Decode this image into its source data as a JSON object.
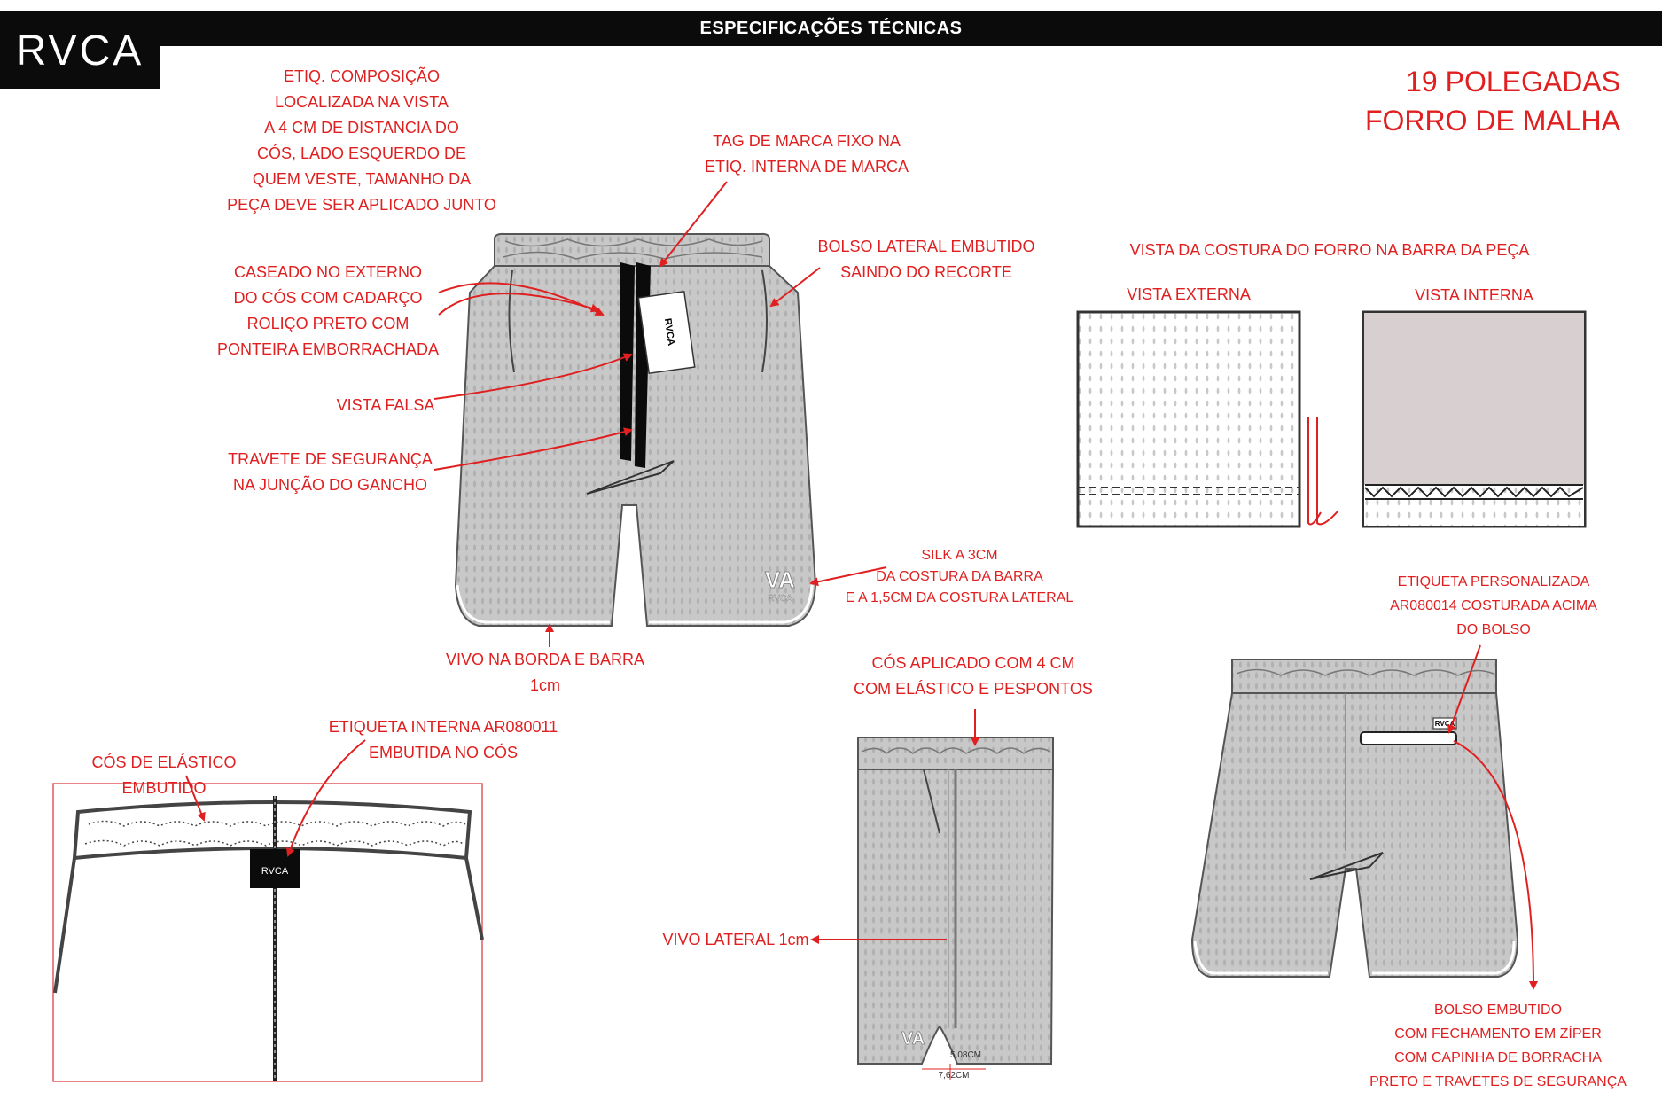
{
  "header": {
    "brand": "RVCA",
    "title": "ESPECIFICAÇÕES TÉCNICAS"
  },
  "spec": {
    "length": "19 POLEGADAS",
    "lining": "FORRO DE MALHA"
  },
  "callouts": {
    "composition_label": "ETIQ. COMPOSIÇÃO\nLOCALIZADA NA VISTA\nA 4 CM DE DISTANCIA DO\nCÓS, LADO ESQUERDO DE\nQUEM VESTE, TAMANHO DA\nPEÇA DEVE SER APLICADO JUNTO",
    "brand_tag": "TAG DE MARCA FIXO NA\nETIQ. INTERNA DE MARCA",
    "side_pocket": "BOLSO LATERAL EMBUTIDO\nSAINDO DO RECORTE",
    "buttonhole": "CASEADO NO EXTERNO\nDO CÓS COM CADARÇO\nROLIÇO PRETO COM\nPONTEIRA EMBORRACHADA",
    "fake_fly": "VISTA FALSA",
    "bartack": "TRAVETE DE SEGURANÇA\nNA JUNÇÃO DO GANCHO",
    "silk": "SILK A 3CM\nDA COSTURA DA BARRA\nE A  1,5CM DA COSTURA LATERAL",
    "piping_hem": "VIVO NA BORDA E BARRA\n1cm",
    "lining_seam_title": "VISTA DA COSTURA DO FORRO NA BARRA DA PEÇA",
    "external_view": "VISTA EXTERNA",
    "internal_view": "VISTA INTERNA",
    "custom_label": "ETIQUETA PERSONALIZADA\nAR080014 COSTURADA ACIMA\nDO BOLSO",
    "waistband_applied": "CÓS APLICADO COM 4 CM\nCOM ELÁSTICO E PESPONTOS",
    "internal_label": "ETIQUETA INTERNA AR080011\nEMBUTIDA NO CÓS",
    "elastic_waistband": "CÓS DE ELÁSTICO EMBUTIDO",
    "side_piping": "VIVO LATERAL 1cm",
    "back_pocket": "BOLSO EMBUTIDO\nCOM FECHAMENTO EM ZÍPER\nCOM CAPINHA DE BORRACHA\nPRETO E TRAVETES DE SEGURANÇA"
  },
  "measurements": {
    "split_height": "5,08CM",
    "split_width": "7,62CM"
  },
  "graphics": {
    "tag_brand": "RVCA",
    "label_brand": "RVCA",
    "silk_mark": "VA",
    "silk_word": "RVCA",
    "back_label": "RVCA"
  },
  "colors": {
    "accent": "#e02020",
    "fabric": "#c9c9c9",
    "fabric_outline": "#6a6a6a",
    "lining_interior": "#d8cfd1",
    "black": "#0b0b0b"
  }
}
